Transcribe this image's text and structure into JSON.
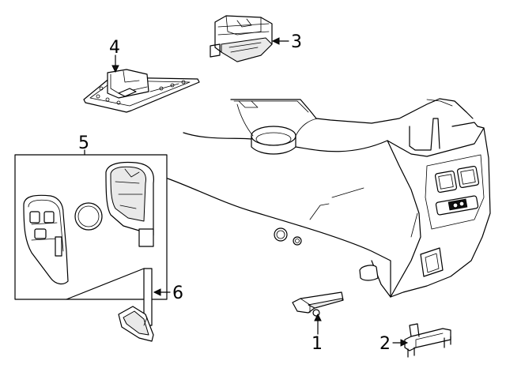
{
  "callouts": [
    {
      "id": "1",
      "label": "1"
    },
    {
      "id": "2",
      "label": "2"
    },
    {
      "id": "3",
      "label": "3"
    },
    {
      "id": "4",
      "label": "4"
    },
    {
      "id": "5",
      "label": "5"
    },
    {
      "id": "6",
      "label": "6"
    }
  ],
  "colors": {
    "line": "#000000",
    "background": "#ffffff",
    "shade": "#e9e9e9"
  }
}
